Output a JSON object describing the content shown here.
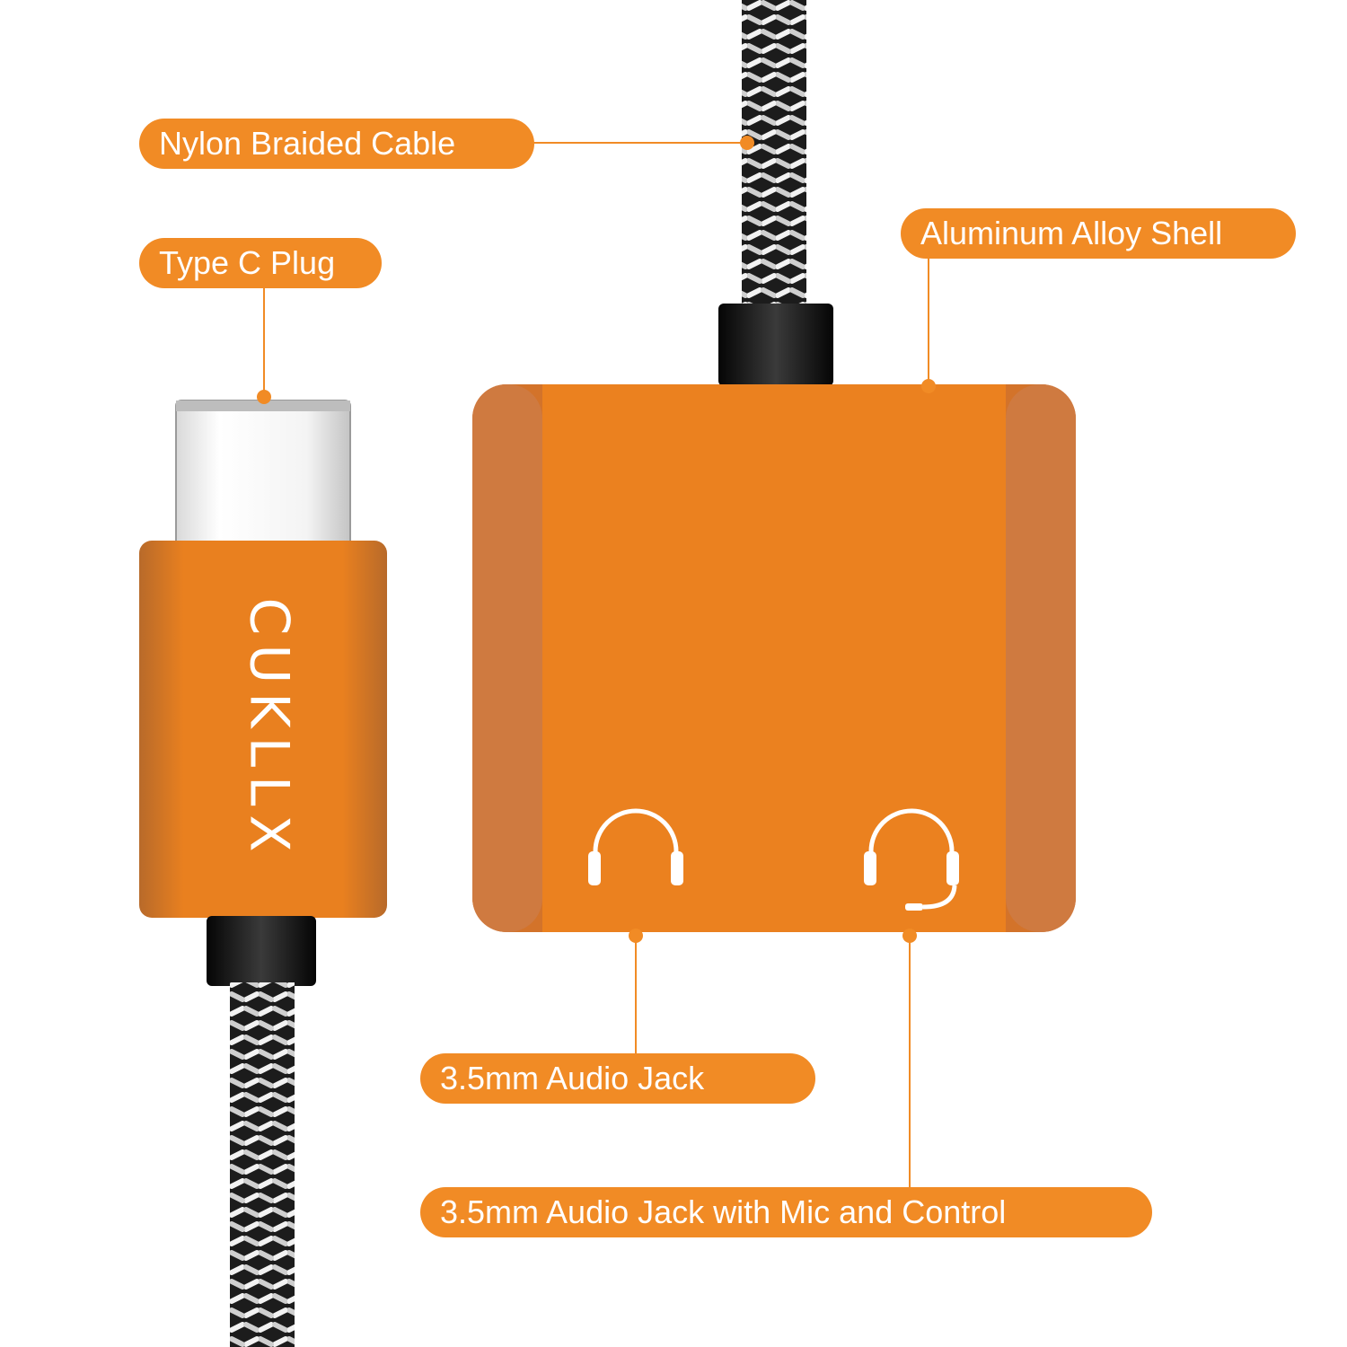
{
  "callouts": {
    "cable": "Nylon Braided Cable",
    "plug": "Type C Plug",
    "shell": "Aluminum Alloy Shell",
    "jack": "3.5mm Audio Jack",
    "jack_mic": "3.5mm Audio Jack with Mic and Control"
  },
  "brand_logo": "CUKLLX",
  "icons": {
    "left_port": "headphones-icon",
    "right_port": "headset-mic-icon"
  },
  "colors": {
    "accent": "#f18b25",
    "shell": "#e9801f",
    "cable": "#1e1e1e",
    "background": "#ffffff"
  }
}
